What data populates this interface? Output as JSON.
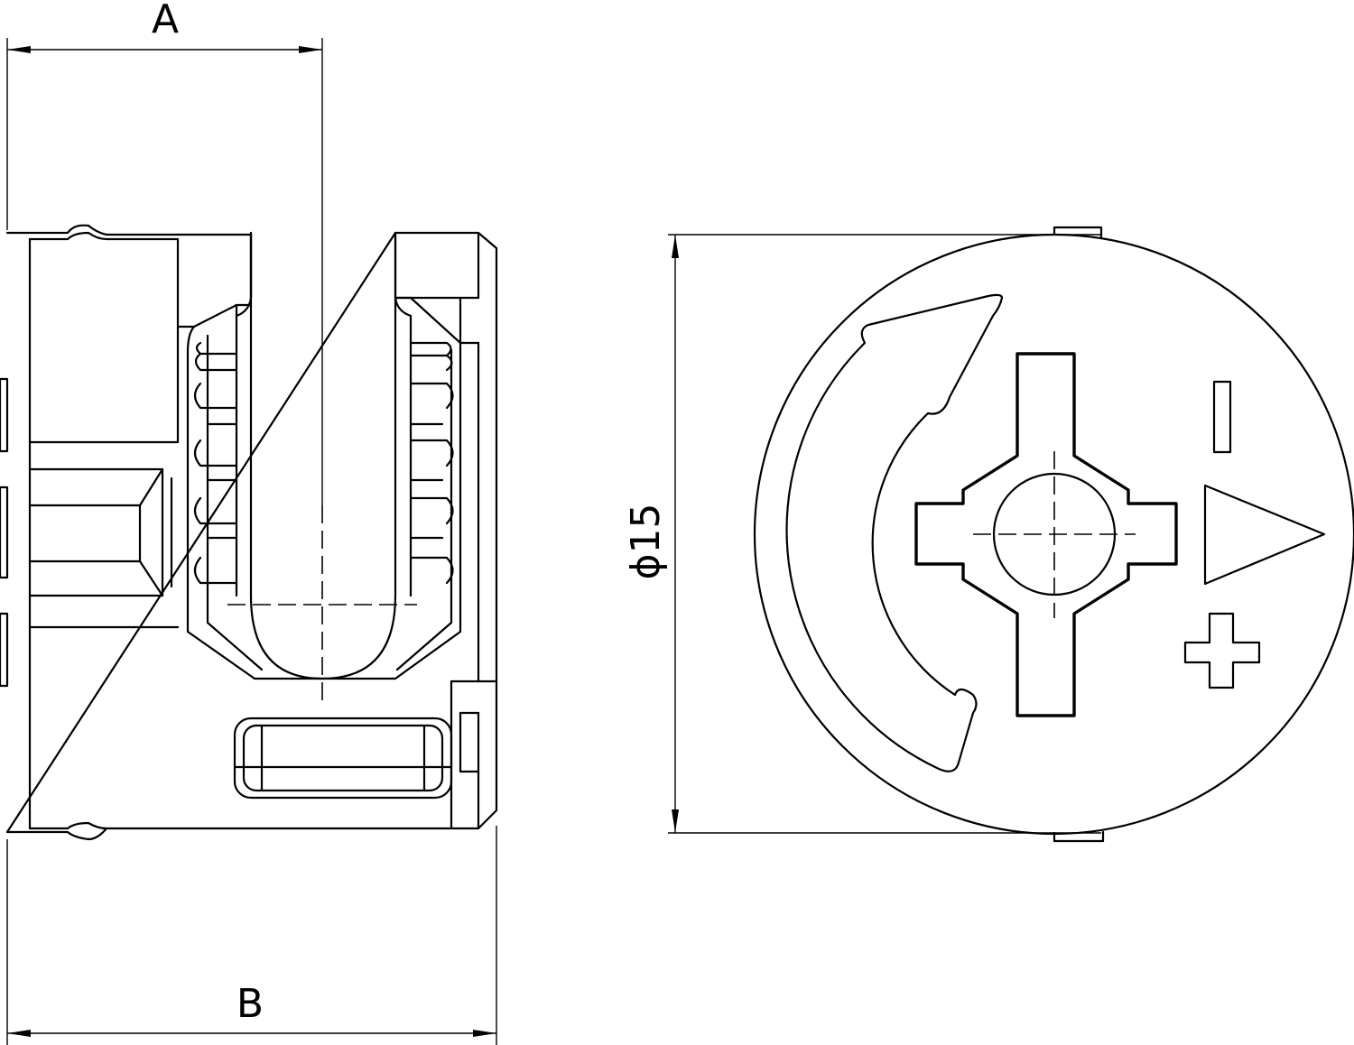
{
  "drawing": {
    "dimensions": {
      "a_label": "A",
      "b_label": "B",
      "diameter_label": "ϕ15"
    },
    "face_symbols": {
      "minus": "−",
      "plus": "+",
      "direction": "triangle-arrow-right"
    },
    "colors": {
      "line": "#000000",
      "background": "#ffffff"
    }
  }
}
